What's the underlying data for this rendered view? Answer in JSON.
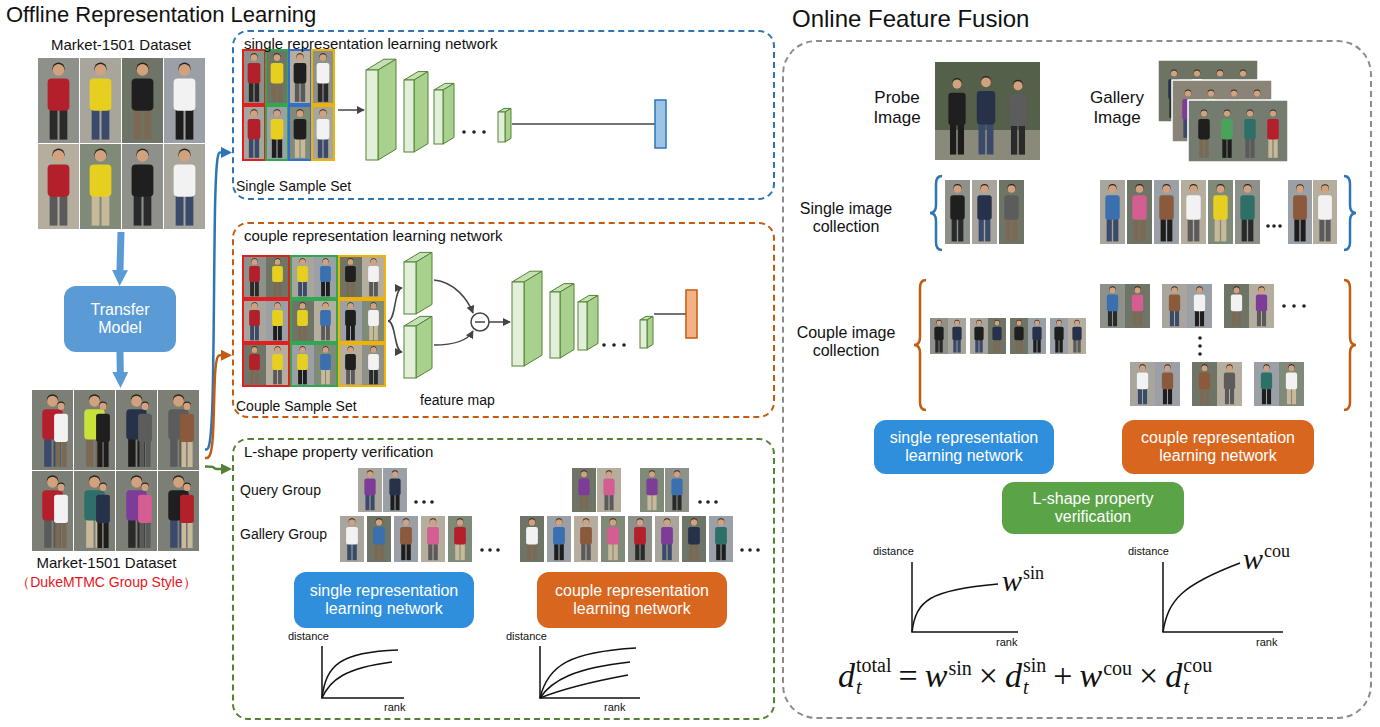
{
  "diagram": {
    "nodes": [
      {
        "text": [
          "Market-1501 Dataset"
        ]
      },
      {
        "text": [
          "Transfer Model"
        ]
      },
      {
        "text": [
          "Market-1501 Dataset",
          "（DukeMTMC Group Style）"
        ]
      },
      {
        "text": [
          "single representation learning network",
          "Single Sample Set"
        ]
      },
      {
        "text": [
          "couple representation learning network",
          "feature map",
          "Couple Sample Set"
        ]
      },
      {
        "text": [
          "L-shape property verification",
          "Query Group",
          "Gallery Group"
        ]
      },
      {
        "text": [
          "single representation learning network"
        ],
        "in": 5
      },
      {
        "text": [
          "couple representation learning network"
        ],
        "in": 5
      },
      {
        "text": [
          "Online Feature Fusion",
          "Probe Image",
          "Gallery Image",
          "Single image collection",
          "Couple image collection"
        ]
      },
      {
        "text": [
          "single representation learning network"
        ],
        "in": 8
      },
      {
        "text": [
          "couple representation learning network"
        ],
        "in": 8
      },
      {
        "text": [
          "L-shape property verification"
        ],
        "in": 8
      }
    ],
    "edges": [
      {
        "from": 0,
        "to": 1,
        "arrow": "to"
      },
      {
        "from": 1,
        "to": 2,
        "arrow": "to"
      },
      {
        "from": 2,
        "to": 3,
        "arrow": "to"
      },
      {
        "from": 2,
        "to": 4,
        "arrow": "to"
      },
      {
        "from": 2,
        "to": 5,
        "arrow": "to"
      }
    ],
    "labels": [
      "Offline Representation Learning",
      "distance",
      "rank",
      "distance",
      "rank",
      "distance",
      "rank",
      "w",
      "sin",
      "distance",
      "rank",
      "w",
      "cou",
      "d",
      "total",
      "t",
      "=",
      "w",
      "sin",
      "×",
      "d",
      "sin",
      "t",
      "+",
      "w",
      "cou",
      "×",
      "d",
      "cou",
      "t"
    ]
  }
}
